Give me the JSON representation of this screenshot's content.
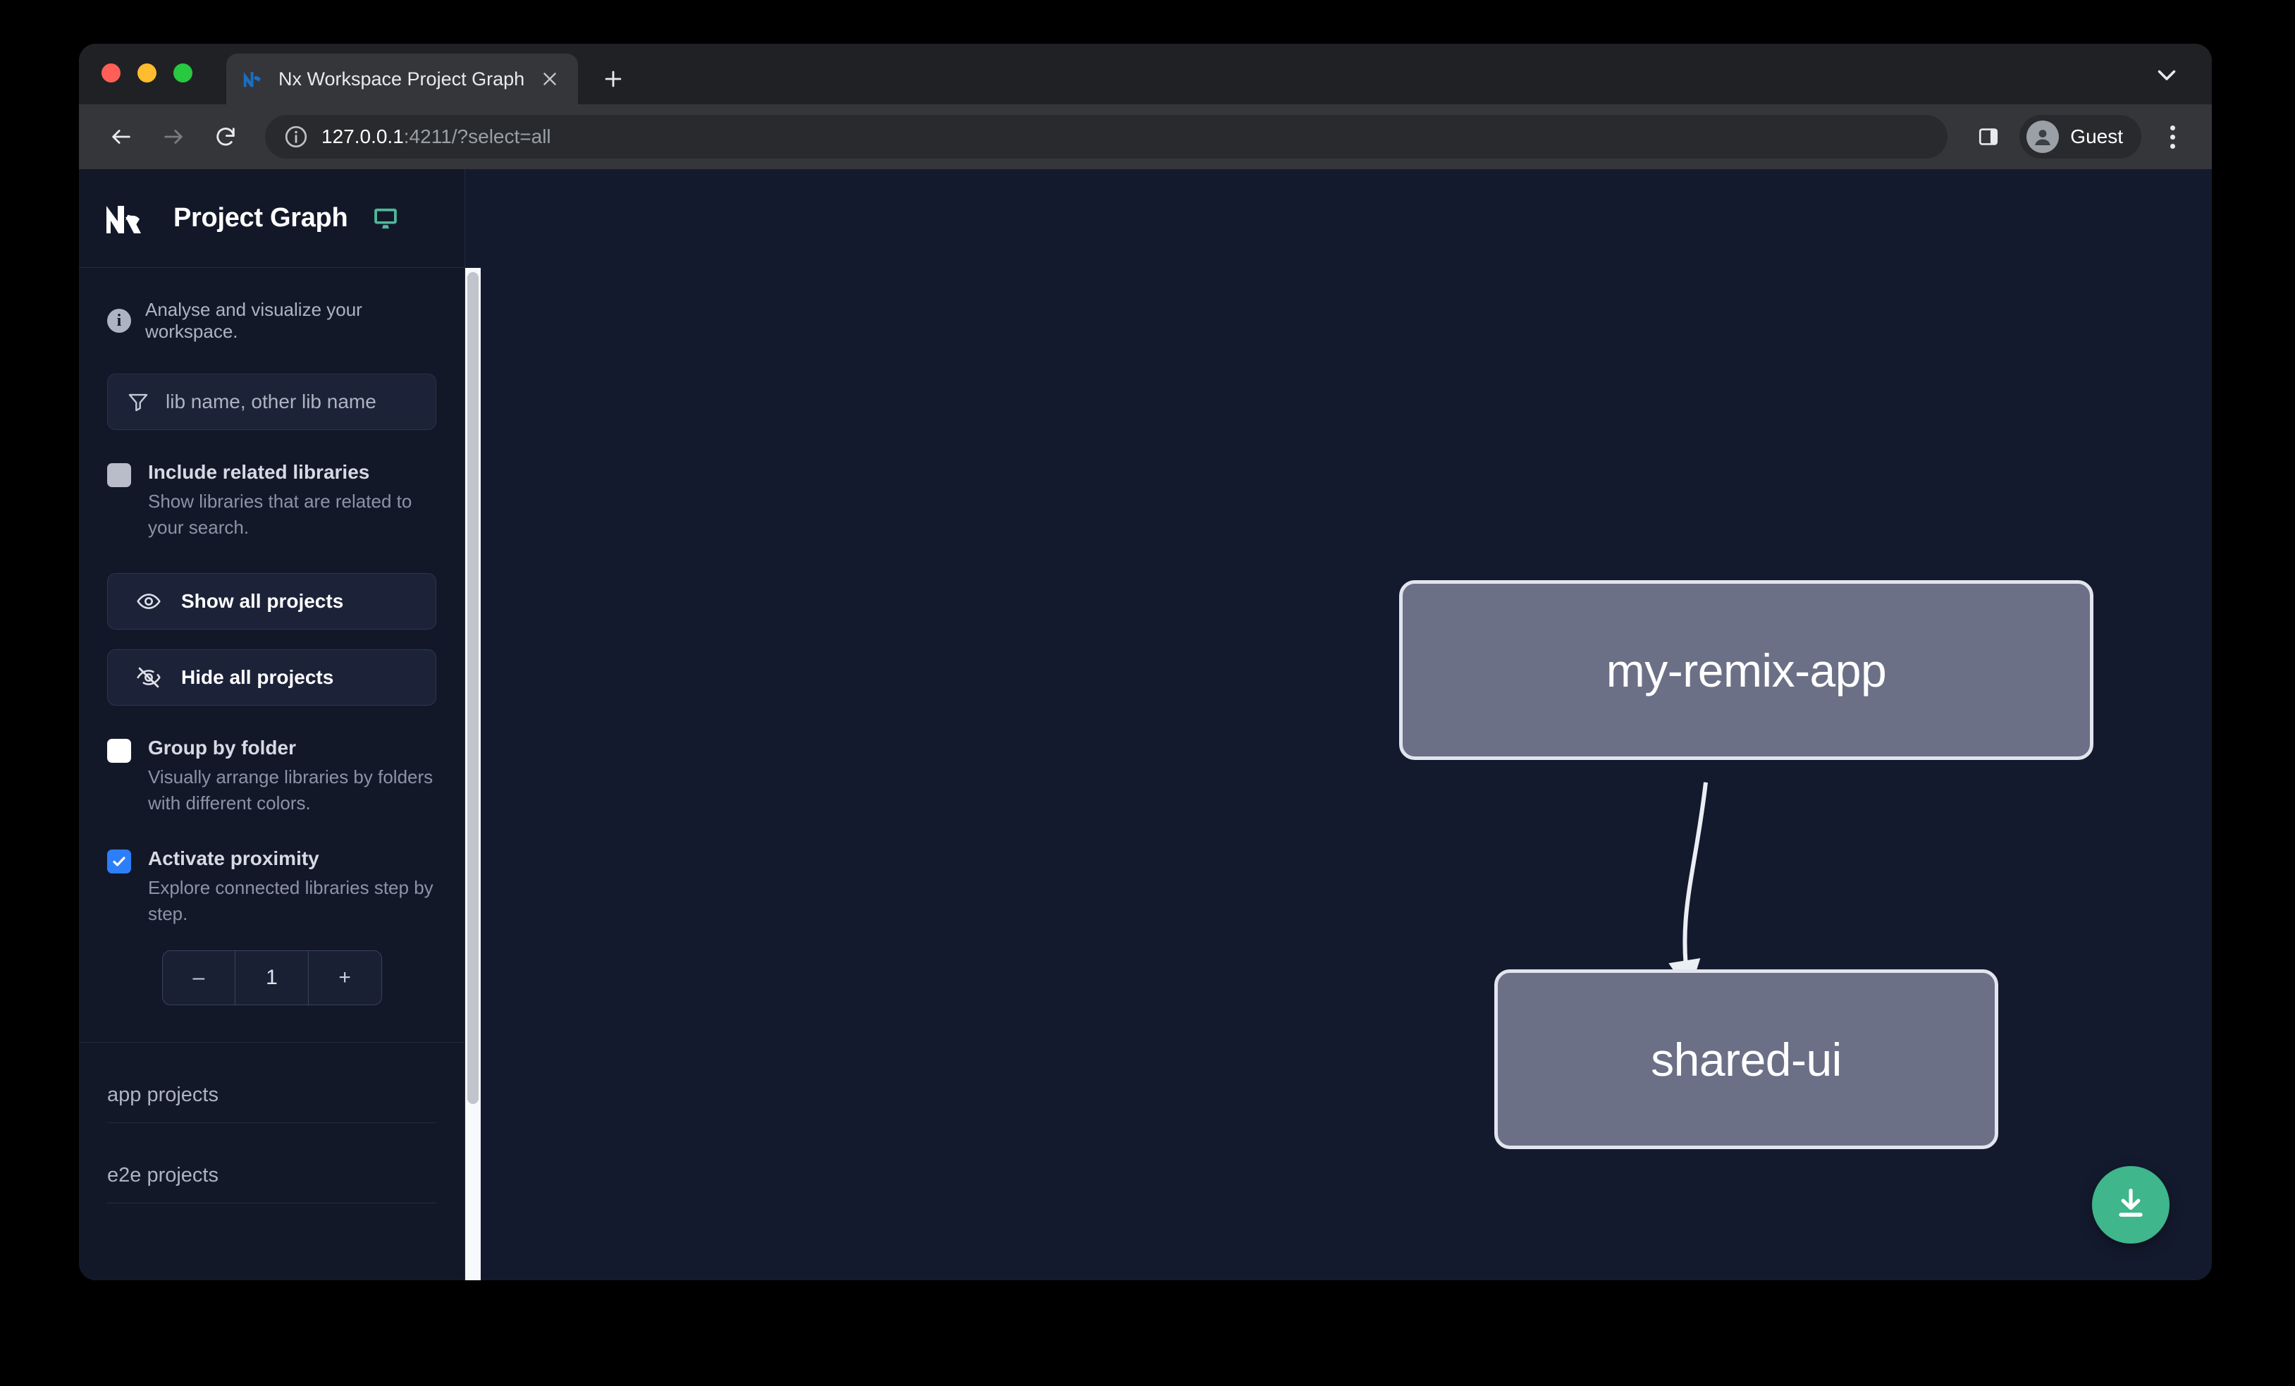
{
  "browser": {
    "tab": {
      "title": "Nx Workspace Project Graph",
      "favicon_icon": "nx-favicon-icon",
      "close_icon": "close-icon"
    },
    "new_tab_icon": "plus-icon",
    "tabstrip_chevron_icon": "chevron-down-icon",
    "nav": {
      "back_icon": "arrow-left-icon",
      "forward_icon": "arrow-right-icon",
      "reload_icon": "reload-icon"
    },
    "omnibox": {
      "info_icon": "info-circle-icon",
      "host": "127.0.0.1",
      "rest": ":4211/?select=all",
      "full_url": "127.0.0.1:4211/?select=all"
    },
    "split_view_icon": "split-panel-icon",
    "profile": {
      "avatar_icon": "person-avatar-icon",
      "name": "Guest"
    },
    "menu_icon": "kebab-menu-icon"
  },
  "sidebar": {
    "logo_icon": "nx-logo-icon",
    "title": "Project Graph",
    "monitor_icon": "monitor-icon",
    "note": {
      "icon": "info-icon",
      "text": "Analyse and visualize your workspace."
    },
    "search": {
      "icon": "funnel-filter-icon",
      "placeholder": "lib name, other lib name",
      "value": ""
    },
    "options": [
      {
        "key": "include_related",
        "label": "Include related libraries",
        "description": "Show libraries that are related to your search.",
        "checked": false,
        "checkbox_style": "grey"
      },
      {
        "key": "group_by_folder",
        "label": "Group by folder",
        "description": "Visually arrange libraries by folders with different colors.",
        "checked": false,
        "checkbox_style": "white"
      },
      {
        "key": "activate_proximity",
        "label": "Activate proximity",
        "description": "Explore connected libraries step by step.",
        "checked": true,
        "checkbox_style": "blue"
      }
    ],
    "buttons": [
      {
        "key": "show_all",
        "label": "Show all projects",
        "icon": "eye-icon"
      },
      {
        "key": "hide_all",
        "label": "Hide all projects",
        "icon": "eye-off-icon"
      }
    ],
    "stepper": {
      "decrement_label": "–",
      "value": "1",
      "increment_label": "+"
    },
    "project_groups": [
      {
        "label": "app projects"
      },
      {
        "label": "e2e projects"
      }
    ],
    "scrollbar": {
      "name": "sidebar-scrollbar"
    }
  },
  "graph": {
    "nodes": [
      {
        "id": "my-remix-app",
        "label": "my-remix-app"
      },
      {
        "id": "shared-ui",
        "label": "shared-ui"
      }
    ],
    "edges": [
      {
        "from": "my-remix-app",
        "to": "shared-ui"
      }
    ],
    "download_button": {
      "icon": "download-icon"
    }
  },
  "colors": {
    "canvas_bg": "#141a2e",
    "sidebar_bg": "#131829",
    "node_fill": "#6b7087",
    "node_border": "#e3e5ee",
    "accent_green": "#3fb68b",
    "accent_blue": "#2d7ff9",
    "monitor_green": "#4fb89a"
  }
}
